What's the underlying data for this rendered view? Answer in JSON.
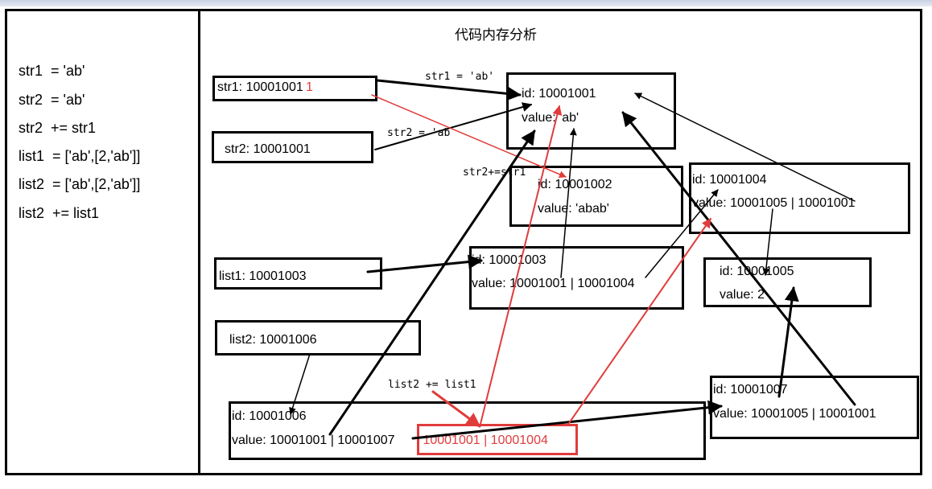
{
  "code_lines": [
    "str1  = 'ab'",
    "str2  = 'ab'",
    "str2  += str1",
    "list1  = ['ab',[2,'ab']]",
    "list2  = ['ab',[2,'ab']]",
    "list2  += list1"
  ],
  "title": "代码内存分析",
  "vars": {
    "str1": "str1: 10001001",
    "str1_marker": "1",
    "str2": "str2: 10001001",
    "list1": "list1: 10001003",
    "list2": "list2: 10001006"
  },
  "objects": {
    "o1001": {
      "id": "id: 10001001",
      "value": "value: 'ab'"
    },
    "o1002": {
      "id": "id: 10001002",
      "value": "value: 'abab'"
    },
    "o1003": {
      "id": "id: 10001003",
      "value": "value: 10001001 | 10001004"
    },
    "o1004": {
      "id": "id: 10001004",
      "value": "value: 10001005 | 10001001"
    },
    "o1005": {
      "id": "id: 10001005",
      "value": "value: 2"
    },
    "o1006": {
      "id": "id: 10001006",
      "value": "value: 10001001 | 10001007",
      "value_appended": " 10001001 | 10001004"
    },
    "o1007": {
      "id": "id: 10001007",
      "value": "value: 10001005 | 10001001"
    }
  },
  "annotations": {
    "str1_assign": "str1 = 'ab'",
    "str2_assign": "str2 = 'ab",
    "str2_plus": "str2+=str1",
    "list2_plus": "list2 += list1"
  },
  "colors": {
    "stroke": "#000000",
    "highlight": "#e03c3c",
    "topbar": "#d5dce8"
  }
}
